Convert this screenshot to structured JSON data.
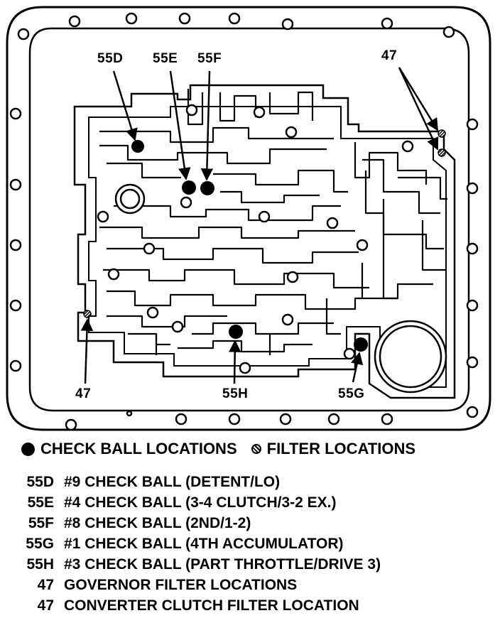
{
  "callouts": {
    "c55d": "55D",
    "c55e": "55E",
    "c55f": "55F",
    "c47_top": "47",
    "c47_left": "47",
    "c55h": "55H",
    "c55g": "55G"
  },
  "legend": {
    "check_ball": "CHECK BALL LOCATIONS",
    "filter": "FILTER LOCATIONS"
  },
  "key": [
    {
      "id": "55D",
      "desc": "#9 CHECK BALL (DETENT/LO)"
    },
    {
      "id": "55E",
      "desc": "#4 CHECK BALL (3-4 CLUTCH/3-2 EX.)"
    },
    {
      "id": "55F",
      "desc": "#8 CHECK BALL (2ND/1-2)"
    },
    {
      "id": "55G",
      "desc": "#1 CHECK BALL (4TH ACCUMULATOR)"
    },
    {
      "id": "55H",
      "desc": "#3 CHECK BALL (PART THROTTLE/DRIVE 3)"
    },
    {
      "id": "47",
      "desc": "GOVERNOR FILTER LOCATIONS"
    },
    {
      "id": "47",
      "desc": "CONVERTER CLUTCH FILTER LOCATION"
    }
  ]
}
